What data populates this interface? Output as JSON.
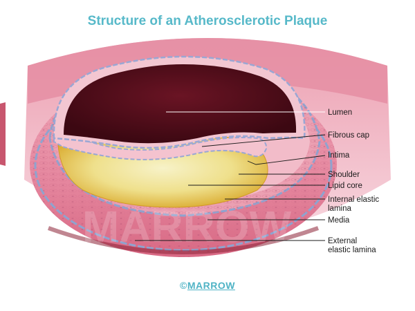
{
  "title": "Structure of an Atherosclerotic Plaque",
  "labels": {
    "lumen": "Lumen",
    "fibrous_cap": "Fibrous cap",
    "intima": "Intima",
    "shoulder": "Shoulder",
    "lipid_core": "Lipid core",
    "internal_elastic_lamina_1": "Internal elastic",
    "internal_elastic_lamina_2": "lamina",
    "media": "Media",
    "external_elastic_lamina_1": "External",
    "external_elastic_lamina_2": "elastic lamina"
  },
  "footer": {
    "copyright": "©",
    "brand": "MARROW"
  },
  "colors": {
    "title": "#57b9c9",
    "lumen": "#5c0f1c",
    "media": "#e2829b",
    "intima": "#eeb0bf",
    "lipid_core": "#e8c540",
    "elastic_lamina": "#8fa3cf"
  }
}
